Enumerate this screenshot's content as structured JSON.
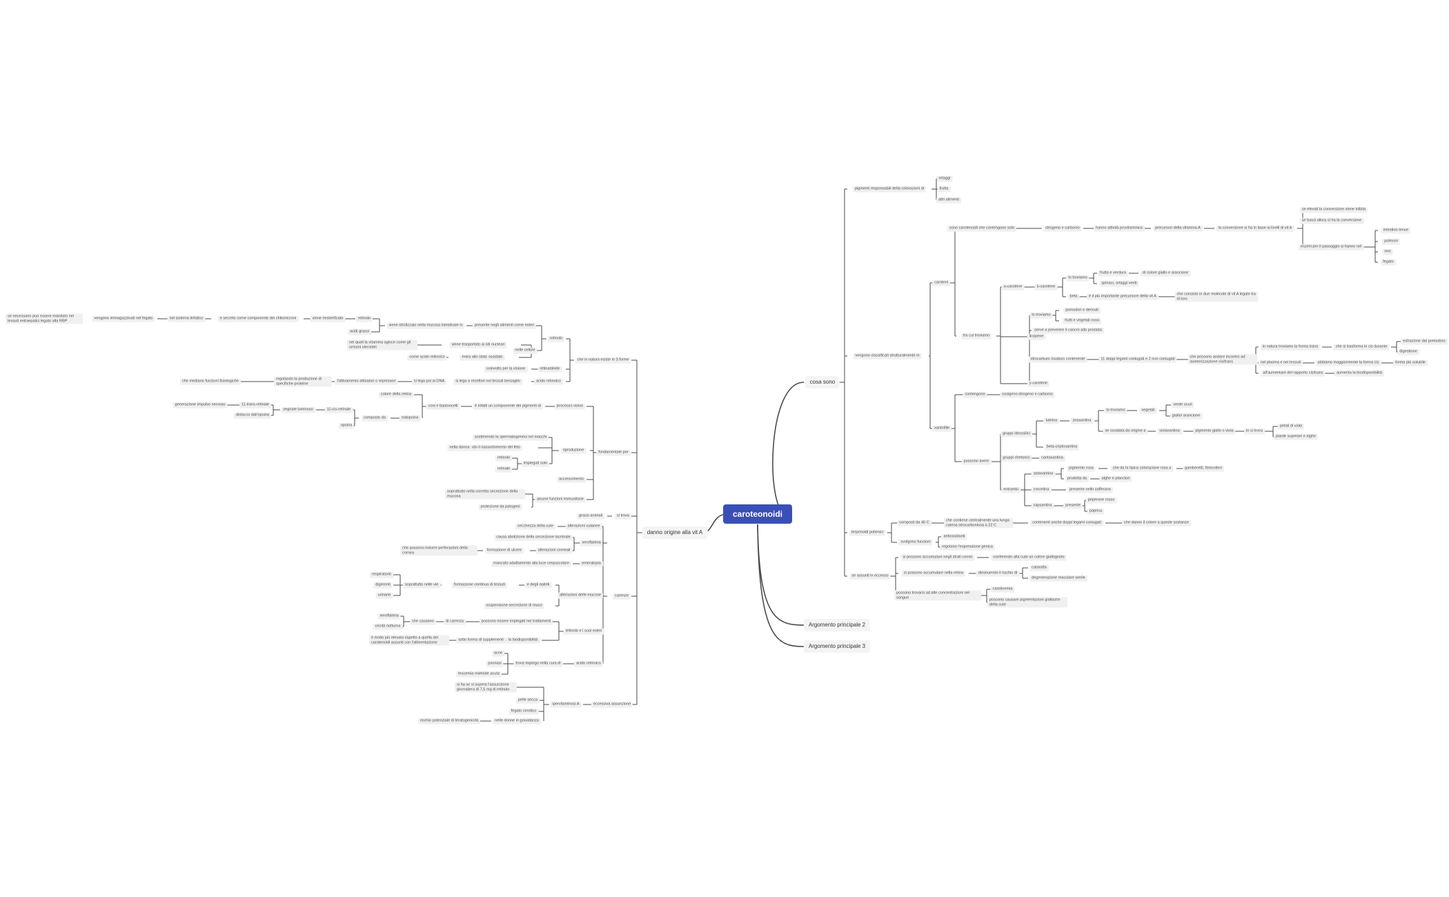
{
  "root": "caroteonoidi",
  "branches": {
    "cosa_sono": "cosa sono",
    "danno_origine": "danno origine alla vit A",
    "arg2": "Argomento principale 2",
    "arg3": "Argomento principale 3"
  },
  "right": {
    "pigmenti": "pigmenti responsabili della colorazioni di",
    "ortaggi": "ortaggi",
    "frutta": "frutta",
    "altri_alimenti": "altri alimenti",
    "vengono_classificati": "vengono classificati strutturalmente in",
    "caroteni": "caroteni",
    "sono_carotenoidi": "sono carotenoidi che contengono solo",
    "idrogeno_carbonio": "idrogeno e carbonio",
    "hanno_attivita": "hanno attività provitaminica",
    "precursori": "precursori della vitamina A",
    "la_conversione": "la conversione si ha in base ai livelli di vit A",
    "se_elevati": "se elevati la conversione viene inibita",
    "se_bassi": "se bassi allora si ha la conversione",
    "enzimi": "enzimi per il passaggio si hanno nel",
    "intestino": "intestino tenue",
    "polmoni": "polmoni",
    "reni": "reni",
    "fegato": "fegato",
    "tra_cui": "tra cui troviamo",
    "a_carotene": "a-carotene",
    "b_carotene": "b-carotene",
    "lo_troviamo1": "lo troviamo",
    "frutta_verdura": "frutta e verdura",
    "colore_giallo": "di colore giallo e arancione",
    "spinaci": "spinaci, ortaggi verdi",
    "beta": "beta",
    "e_il_piu": "è il più importante precursore della vit A",
    "che_consiste": "che consiste in due molecole di vit A legate tra di loro",
    "licopene": "licopene",
    "lo_troviamo2": "lo troviamo",
    "pomodori": "pomodori e derivati",
    "frutti_rossi": "frutti e vegetali rossi",
    "serve": "serve a prevenire il cancro alla prostata",
    "idrocarburo": "idrocarburo insaturo contenente",
    "doppi_legami": "11 doppi legami coniugati e 2 non coniugati",
    "che_possono": "che possono andare incontro ad isomerizzazione cis/trans",
    "in_natura": "in natura troviamo la forma trans",
    "che_si_trasforma": "che si trasforma in cis durante",
    "estrazione": "estrazione dal pomodoro",
    "digestione": "digestione",
    "nel_plasma": "nel plasma e nei tessuti",
    "abbiamo": "abbiamo maggiormente la forma cis",
    "forma_piu": "forma più solubile",
    "all_aumentare": "all'aumentare del rapporto cis/trans",
    "aumenta": "aumenta la biodisponibilità",
    "y_carotene": "y-carotene",
    "xantofille": "xantofille",
    "contengono": "contengono",
    "ossigeno": "ossigeno idrogeno e carbonio",
    "possono_avere": "possono avere",
    "gruppi_idrossilici": "gruppi idrossilici",
    "luteina": "luteina",
    "zeaxantina": "zeaxantina",
    "lo_troviamo3": "lo troviamo",
    "vegetali": "vegetali",
    "verde_scuri": "verde scuri",
    "giallo_arancione": "giallo/ arancione",
    "se_ossidata": "se ossidata da origine a",
    "violaxantina": "violaxantina",
    "pigmento_giallo": "pigmento giallo o viola",
    "lo_si_trova": "lo si trova",
    "petali": "petali di viola",
    "piante_superiori": "piante superiori e alghe",
    "beta_criptoxantina": "beta-criptoxantina",
    "gruppi_chetonici": "gruppi chetonici",
    "cantaxantina": "cantaxantina",
    "entrambi": "entrambi",
    "astaxantina": "astaxantina",
    "pigmento_rosa": "pigmento rosa",
    "che_da": "che da la tipica colorazione rosa a",
    "gamberetti": "gamberetti, fenicotteri",
    "prodotta_da": "prodotta da",
    "alghe_pesci": "alghe e plancton",
    "crocetina": "crocetina",
    "presente_zafferano": "presente nello zafferano",
    "capsantina": "capsantina",
    "presente": "presente",
    "peperone": "peperone rosso",
    "paprica": "paprica",
    "terpenoidi": "terpenoidi polienici",
    "composti_40c": "composti da 40 C",
    "che_contiene": "che contiene centralmente una lunga catena idrocarboniosa a 22 C",
    "contenenti": "contenenti anche doppi legami coniugati",
    "che_danno": "che danno il colore a queste sostanze",
    "svolgono": "svolgono funzioni",
    "antiossidanti": "antiossidanti",
    "regolano": "regolano l'espressione genica",
    "se_assunti": "se assunti in eccesso",
    "strati_cornei": "si possono accumulare negli strati cornei",
    "conferendo": "conferendo alla cute un colore giallognolo",
    "nella_retina": "si possono accumulare nella retina",
    "diminuendo": "diminuendo il rischio di",
    "cataratta": "cataratta",
    "degenerazione": "degenerazione maculare senile",
    "possono_trovarsi": "possono trovarsi ad alte concentrazioni nel sangue",
    "carotinemia": "carotinemia",
    "possono_causare": "possono causare pigmentazioni giallastre della cute"
  },
  "left": {
    "che_in_natura": "che in natura esiste in 3 forme",
    "retinolo": "retinolo",
    "presente_negli": "presente negli alimenti come esteri",
    "viene_idrolizzato": "viene idrolizzato nella mucosa intestinale in",
    "retinolo2": "retinolo",
    "acidi_grassi": "acidi grassi",
    "viene_riesterificato": "viene riesterificato",
    "a_secreto": "e secreto come componente dei chilomicroni",
    "nel_sistema": "nel sistema linfatico",
    "vengono_immagazzinati": "vengono immagazzinati nel fegato",
    "se_necessario": "se necessario puo essere mandato nei tessuti extraepatici legato alla RBP",
    "nelle_cellule": "nelle cellule",
    "viene_trasportato": "viene trasportato ai siti nucleari",
    "nei_quali": "nei quali la vitamina agisce come gli ormoni steroidei",
    "entra_nello": "entra allo stato ossidato",
    "come_acido": "come acido retinoico",
    "retinaldeide": "retinaldeide",
    "coinvolto": "coinvolto per la visione",
    "acido_retinoico": "acido retinoico",
    "si_lega_recettori": "si lega a recettori nei tessuti bersaglio",
    "si_lega_dna": "si lega poi al DNA",
    "l_attivamento": "l'attivamento attivatori o repressori",
    "regolando": "regolando la produzione di specifiche proteine",
    "che_mediano": "che mediano funzioni fisiologiche",
    "fondamentale_per": "fondamentale per",
    "processo_visivo": "processo visivo",
    "e_infatti": "è infatti un componente dei pigmenti di",
    "coni_bastoncelli": "coni e bastoncelli",
    "rodopsina": "rodopsina",
    "colore_retina": "colore della retina",
    "composto_da": "composto da",
    "opsina": "opsina",
    "11_cis": "11-cis-retinale",
    "segnale_luminoso": "segnale luminoso",
    "all_trans": "11-trans-retinale",
    "generazione_impulso": "generazione impulso nervoso",
    "distacco": "distacco dall'opsina",
    "riproduzione": "riproduzione",
    "sostenendo": "sostenendo la spermatogenesi nei maschi",
    "impedendo": "impedendo il riassorbimento del feto",
    "nella_donna": "nella donna",
    "impiegati_solo": "impiegati solo",
    "retinolo3": "retinolo",
    "retinale": "retinale",
    "accrescimento": "accrescimento",
    "alcune_funzioni": "alcune funzioni immunitarie",
    "soprattutto_nella": "soprattutto nella corretta secrezione della mucosa",
    "protezione": "protezione da patogeni",
    "si_trova": "si trova",
    "grassi_animali": "grassi animali",
    "carenze": "carenze",
    "alterazioni_cutanee": "alterazioni cutanee",
    "secchezza": "secchezza della cute",
    "xeroftalmia": "xeroftalmia",
    "causa_abolizione": "causa abolizione della secrezione lacrimale",
    "alterazioni_corneali": "alterazioni corneali",
    "formazione_ulcere": "formazione di ulcere",
    "che_possono_indurre": "che possono indurre perforazioni della cornea",
    "emeralopia": "emeralopia",
    "mancato": "mancato adattamento alla luce crepuscolare",
    "alterazioni_mucose": "alterazioni delle mucose",
    "e_degli_epiteli": "e degli epiteli",
    "formazione_continua": "formazione continua di tessuti",
    "soprattutto_nelle_vie": "soprattutto nelle vie",
    "respiratorie": "respiratorie",
    "digerenti": "digerenti",
    "urinarie": "urinarie",
    "sospensione": "sospensione secrezione di muco",
    "retinolo_suoi": "retinolo e i suoi esteri",
    "possono_essere": "possono essere impiegati nei trattamenti",
    "di_carenza": "di carenza",
    "che_causano": "che causano",
    "xeroftalmia2": "xeroftalmia",
    "cecita": "cecità notturna",
    "sotto_forma": "sotto forma di supplementi",
    "la_biodisponibilita": "la biodisponibilità",
    "e_molto": "è molto più elevata rispetto a quella dei carotenoidi assunti con l'alimentazione",
    "acido_retinoico2": "acido retinoico",
    "trova_impiego": "trova impiego nella cura di",
    "acne": "acne",
    "psoriasi": "psoriasi",
    "leucemia": "leucemia mieloide acuta",
    "eccessiva": "eccessiva assunzione",
    "ipervitaminosi": "ipervitaminosi A",
    "si_ha_se": "si ha se si supera l'assunzione giornaliera di 7,5 mg di retinolo",
    "pelle_secca": "pelle secca",
    "fegato_cirrotico": "fegato cirrotico",
    "nelle_donne": "nelle donne in gravidanza",
    "rischio": "rischio potenziale di teratogenicità"
  }
}
